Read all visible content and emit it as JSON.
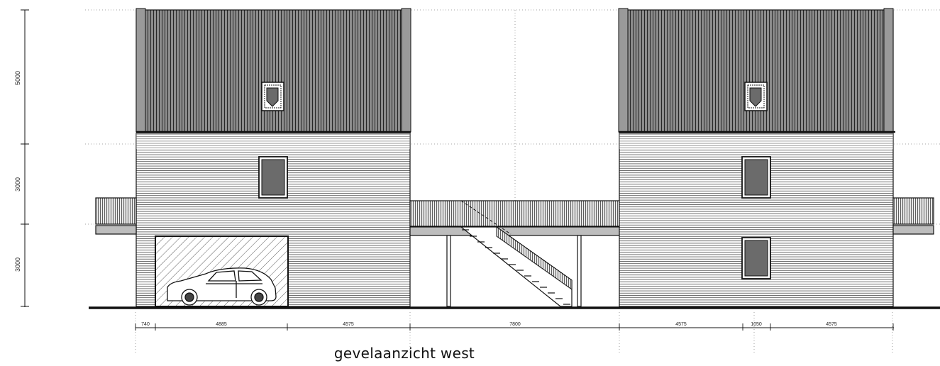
{
  "caption": "gevelaanzicht west",
  "vertical_dimensions": [
    "5000",
    "3000",
    "3000"
  ],
  "horizontal_dimensions": [
    "740",
    "4885",
    "4575",
    "7800",
    "4575",
    "1050",
    "4575"
  ],
  "colors": {
    "line": "#111111",
    "roof": "#8a8a8a",
    "deck": "#bdbdbd",
    "window": "#6b6b6b",
    "background": "#ffffff"
  }
}
